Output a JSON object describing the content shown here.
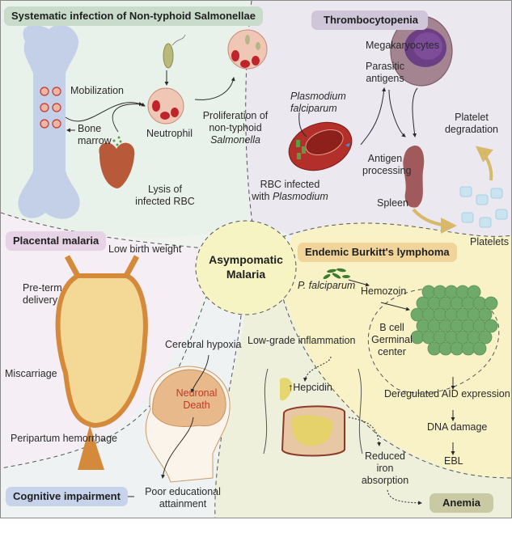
{
  "center": {
    "line1": "Asympomatic",
    "line2": "Malaria"
  },
  "panels": {
    "salmonella": {
      "title": "Systematic infection of Non-typhoid Salmonellae",
      "mobilization": "Mobilization",
      "bone_marrow_1": "Bone",
      "bone_marrow_2": "marrow",
      "neutrophil": "Neutrophil",
      "proliferation_1": "Proliferation of",
      "proliferation_2": "non-typhoid",
      "proliferation_3": "Salmonella",
      "lysis_1": "Lysis of",
      "lysis_2": "infected RBC"
    },
    "thrombocytopenia": {
      "title": "Thrombocytopenia",
      "megakaryocytes": "Megakaryocytes",
      "parasitic_1": "Parasitic",
      "parasitic_2": "antigens",
      "plasmodium_1": "Plasmodium",
      "plasmodium_2": "falciparum",
      "platelet_deg_1": "Platelet",
      "platelet_deg_2": "degradation",
      "antigen_1": "Antigen",
      "antigen_2": "processing",
      "rbc_1": "RBC infected",
      "rbc_2a": "with ",
      "rbc_2b": "Plasmodium",
      "spleen": "Spleen",
      "platelets": "Platelets"
    },
    "placental": {
      "title": "Placental malaria",
      "low_birth_weight": "Low birth weight",
      "preterm_1": "Pre-term",
      "preterm_2": "delivery",
      "miscarriage": "Miscarriage",
      "peripartum": "Peripartum hemorrhage"
    },
    "burkitt": {
      "title": "Endemic Burkitt's lymphoma",
      "p_falciparum": "P. falciparum",
      "hemozoin": "Hemozoin",
      "bcell_1": "B cell",
      "bcell_2": "Germinal",
      "bcell_3": "center",
      "aid": "Deregulated AID expression",
      "dna": "DNA damage",
      "ebl": "EBL"
    },
    "cognitive": {
      "title": "Cognitive impairment",
      "cerebral_hypoxia": "Cerebral hypoxia",
      "neuronal_1": "Neuronal",
      "neuronal_2": "Death",
      "poor_1": "Poor educational",
      "poor_2": "attainment"
    },
    "anemia": {
      "title": "Anemia",
      "inflammation": "Low-grade inflammation",
      "hepcidin_arrow": "↑",
      "hepcidin": "Hepcidin",
      "reduced_1": "Reduced",
      "reduced_2": "iron",
      "reduced_3": "absorption"
    }
  },
  "colors": {
    "salmonella_bg": "#e9f2ea",
    "thrombo_bg": "#ebe8f0",
    "placental_bg": "#f5eef5",
    "burkitt_bg": "#f8f2c6",
    "cognitive_bg": "#eef2f3",
    "anemia_bg": "#eef0dc",
    "center_bg": "#f7f4c4",
    "salmonella_title_bg": "#c9dccc",
    "thrombo_title_bg": "#cfc6d9",
    "placental_title_bg": "#e6d3e5",
    "burkitt_title_bg": "#f0d49a",
    "cognitive_title_bg": "#c6d3ea",
    "anemia_title_bg": "#c9c9a3"
  }
}
